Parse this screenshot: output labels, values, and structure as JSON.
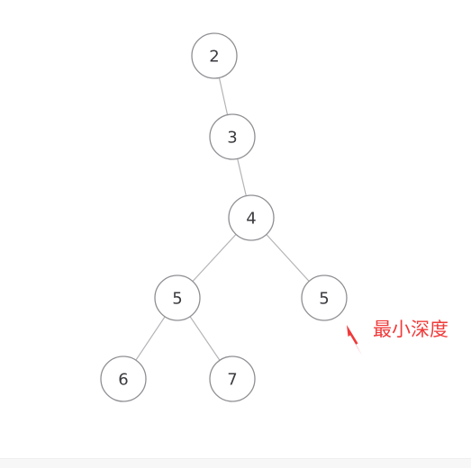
{
  "tree": {
    "nodes": [
      {
        "id": "n1",
        "value": "2"
      },
      {
        "id": "n2",
        "value": "3"
      },
      {
        "id": "n3",
        "value": "4"
      },
      {
        "id": "n4",
        "value": "5"
      },
      {
        "id": "n5",
        "value": "5"
      },
      {
        "id": "n6",
        "value": "6"
      },
      {
        "id": "n7",
        "value": "7"
      }
    ],
    "edges": [
      {
        "from": "n1",
        "to": "n2"
      },
      {
        "from": "n2",
        "to": "n3"
      },
      {
        "from": "n3",
        "to": "n4"
      },
      {
        "from": "n3",
        "to": "n5"
      },
      {
        "from": "n4",
        "to": "n6"
      },
      {
        "from": "n4",
        "to": "n7"
      }
    ]
  },
  "annotation": {
    "label": "最小深度",
    "target": "n5",
    "color": "#f03a3a"
  },
  "colors": {
    "node_stroke": "#8f8f94",
    "edge": "#b4b4b8",
    "node_text": "#3a3a3f"
  }
}
